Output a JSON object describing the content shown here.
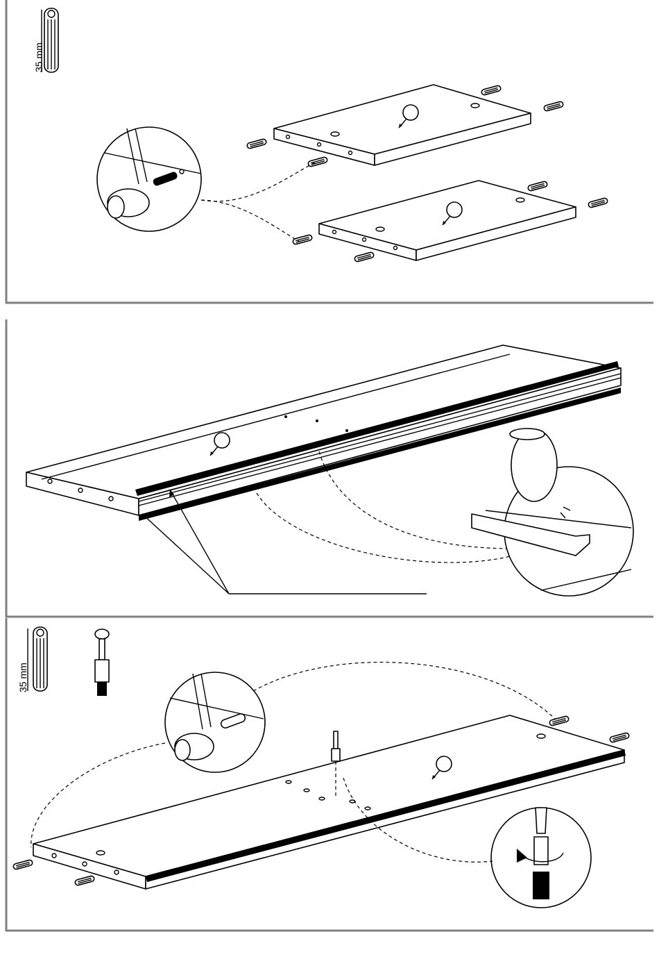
{
  "steps": [
    {
      "dowel_label": "35 mm",
      "parts": [
        "shelf-panel",
        "shelf-panel"
      ]
    },
    {
      "parts": [
        "long-panel",
        "aluminium-rail"
      ]
    },
    {
      "dowel_label": "35 mm",
      "parts": [
        "long-panel",
        "cam-bolt"
      ]
    }
  ],
  "colors": {
    "frame": "#808080",
    "line": "#000000"
  }
}
